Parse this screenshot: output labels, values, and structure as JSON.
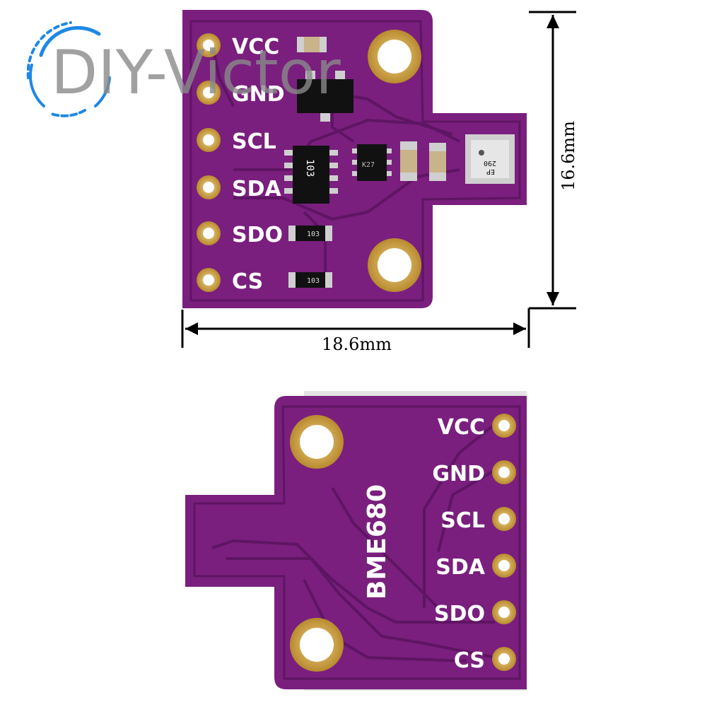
{
  "watermark": {
    "text": "DIY-Victor",
    "color": "#1e88e5"
  },
  "colors": {
    "board": "#7a1f7e",
    "trace": "#5e1563",
    "pad": "#d6a84a",
    "silkscreen": "#ffffff"
  },
  "front_board": {
    "pins": [
      "VCC",
      "GND",
      "SCL",
      "SDA",
      "SDO",
      "CS"
    ],
    "chip_marking": "103",
    "resistor_markings": [
      "103",
      "103"
    ],
    "sensor_marking_lines": [
      "290",
      "EP"
    ],
    "transistor_marking": "K27"
  },
  "back_board": {
    "pins": [
      "VCC",
      "GND",
      "SCL",
      "SDA",
      "SDO",
      "CS"
    ],
    "part_name": "BME680"
  },
  "dimensions": {
    "width": "18.6mm",
    "height": "16.6mm"
  }
}
